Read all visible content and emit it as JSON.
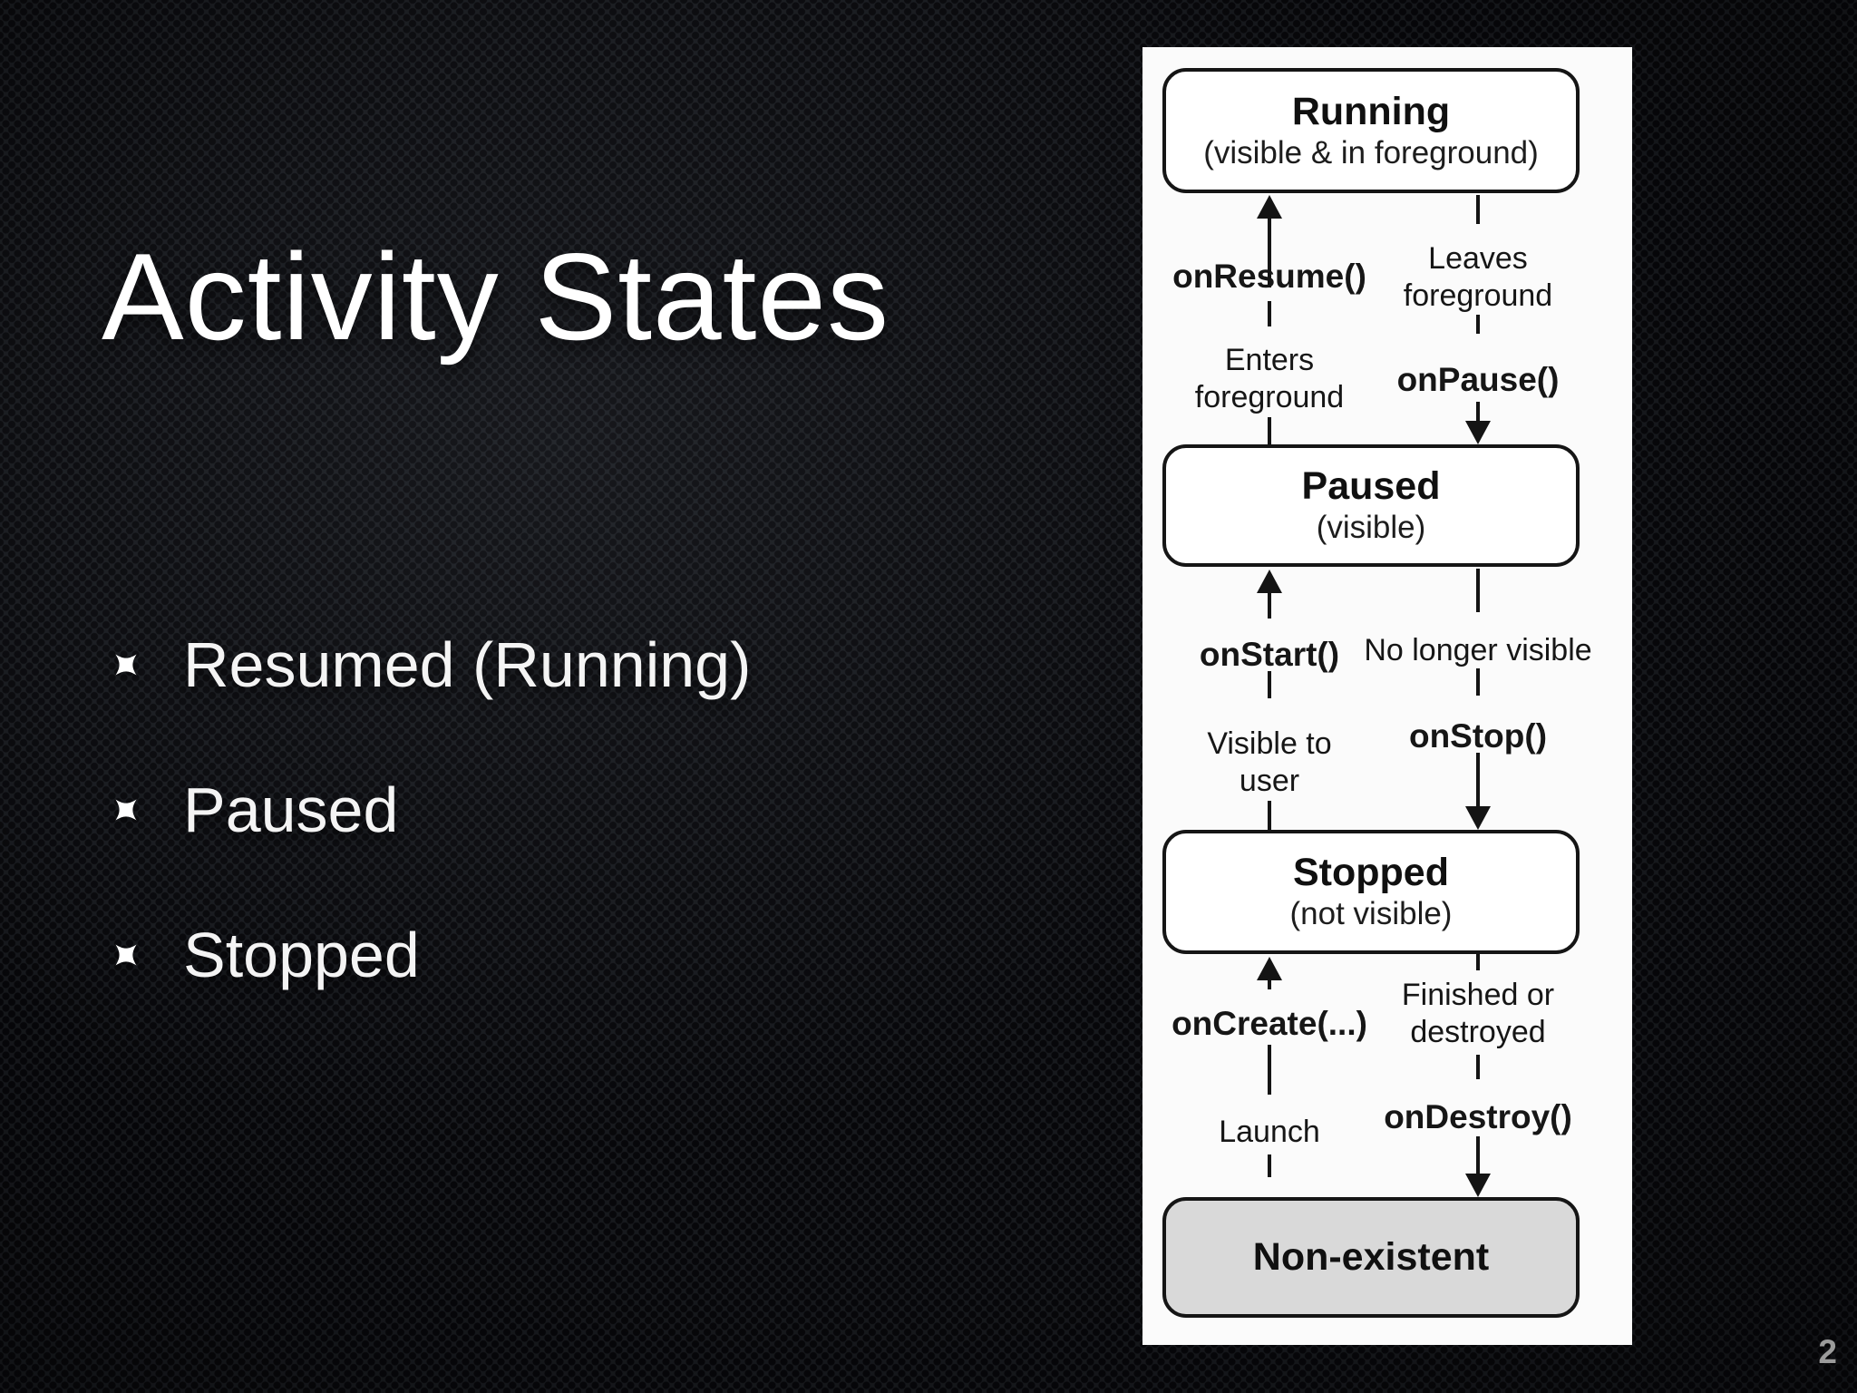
{
  "slide": {
    "title": "Activity States",
    "bullets": [
      "Resumed (Running)",
      "Paused",
      "Stopped"
    ],
    "page_number": "2",
    "colors": {
      "background": "#17191d",
      "mesh_hole": "#07070a",
      "title_text": "#ffffff",
      "bullet_text": "#f4f4f4",
      "page_number": "#9b9b9b",
      "panel_background": "#fbfbfb",
      "box_border": "#151515",
      "box_fill": "#ffffff",
      "nonexistent_fill": "#d9d9d9",
      "diagram_text": "#161616"
    },
    "icons": {
      "bullet": "x-star-bullet-icon"
    }
  },
  "diagram": {
    "states": [
      {
        "name": "Running",
        "subtitle": "(visible & in foreground)"
      },
      {
        "name": "Paused",
        "subtitle": "(visible)"
      },
      {
        "name": "Stopped",
        "subtitle": "(not visible)"
      },
      {
        "name": "Non-existent",
        "subtitle": ""
      }
    ],
    "transitions": [
      {
        "up_callback": "onResume()",
        "up_condition": "Enters foreground",
        "down_condition": "Leaves foreground",
        "down_callback": "onPause()"
      },
      {
        "up_callback": "onStart()",
        "up_condition": "Visible to user",
        "down_condition": "No longer visible",
        "down_callback": "onStop()"
      },
      {
        "up_callback": "onCreate(...)",
        "up_condition": "Launch",
        "down_condition": "Finished or destroyed",
        "down_callback": "onDestroy()"
      }
    ]
  }
}
